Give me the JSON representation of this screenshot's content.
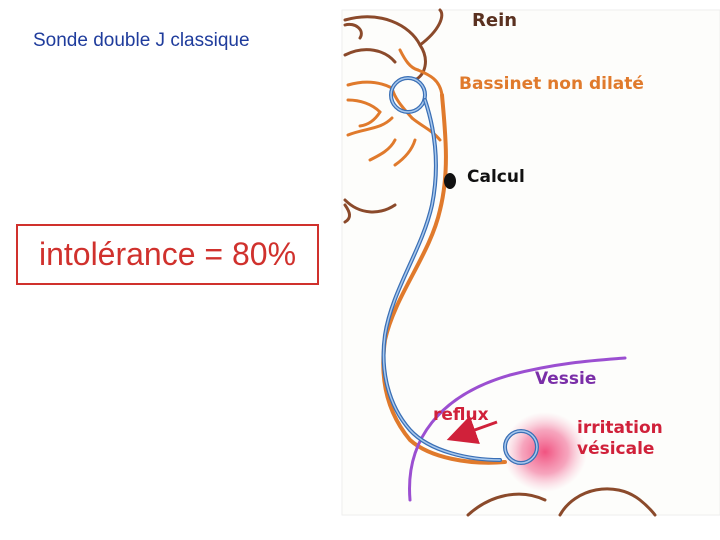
{
  "slide": {
    "title": "Sonde double J classique"
  },
  "stat_box": {
    "text": "intolérance = 80%"
  },
  "labels": {
    "rein": "Rein",
    "bassinet": "Bassinet non dilaté",
    "calcul": "Calcul",
    "vessie": "Vessie",
    "reflux": "reflux",
    "irritation_line1": "irritation",
    "irritation_line2": "vésicale"
  },
  "colors": {
    "title": "#1f3c9c",
    "stat_box": "#d0312d",
    "kidney_outline": "#8b4a2b",
    "urinary_tract": "#e07a2c",
    "stent": "#3a6fb5",
    "bladder": "#9b4fd1",
    "reflux_arrow": "#d0213a",
    "irritation_blush": "#f04a7a",
    "calculus": "#111111"
  }
}
